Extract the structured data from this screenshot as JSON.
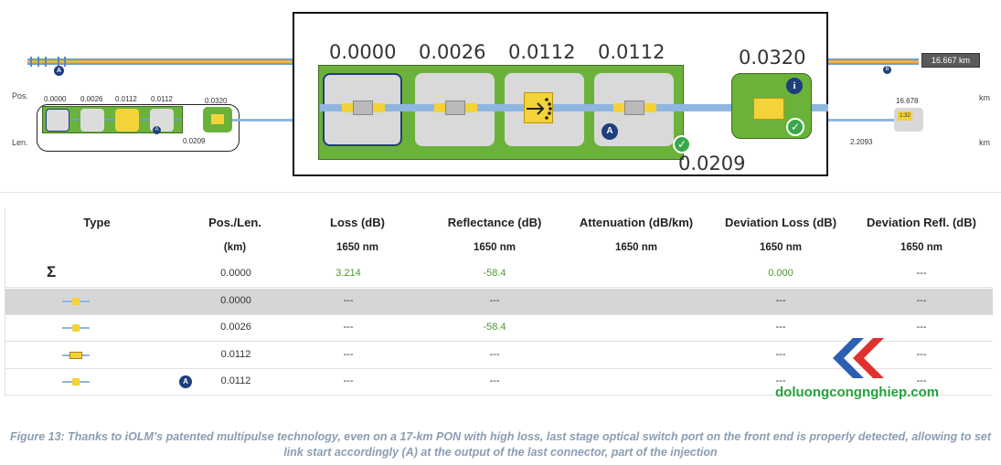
{
  "link_view": {
    "pos_label": "Pos.",
    "len_label": "Len.",
    "km_label_pos": "km",
    "km_label_len": "km",
    "total_distance": "16.667 km",
    "marker_a": "A",
    "marker_b": "B",
    "mini_positions": [
      "0.0000",
      "0.0026",
      "0.0112",
      "0.0112",
      "0.0320"
    ],
    "mini_length": "0.0209",
    "end_position": "16.678",
    "end_length": "2.2093",
    "end_ratio": "1:32"
  },
  "zoom": {
    "positions": [
      "0.0000",
      "0.0026",
      "0.0112",
      "0.0112",
      "0.0320"
    ],
    "length": "0.0209",
    "info_icon": "i",
    "marker_a": "A"
  },
  "table": {
    "headers": [
      "Type",
      "Pos./Len.",
      "Loss (dB)",
      "Reflectance (dB)",
      "Attenuation (dB/km)",
      "Deviation Loss (dB)",
      "Deviation Refl. (dB)"
    ],
    "subheaders": [
      "",
      "(km)",
      "1650 nm",
      "1650 nm",
      "1650 nm",
      "1650 nm",
      "1650 nm"
    ],
    "rows": [
      {
        "type_icon": "sigma",
        "type_text": "Σ",
        "marker": "",
        "pos": "0.0000",
        "loss": "3.214",
        "refl": "-58.4",
        "atten": "",
        "dev_loss": "0.000",
        "dev_refl": "---"
      },
      {
        "type_icon": "connector-icon",
        "marker": "",
        "pos": "0.0000",
        "loss": "---",
        "refl": "---",
        "atten": "",
        "dev_loss": "---",
        "dev_refl": "---"
      },
      {
        "type_icon": "connector-icon",
        "marker": "",
        "pos": "0.0026",
        "loss": "---",
        "refl": "-58.4",
        "atten": "",
        "dev_loss": "---",
        "dev_refl": "---"
      },
      {
        "type_icon": "switch-icon",
        "marker": "",
        "pos": "0.0112",
        "loss": "---",
        "refl": "---",
        "atten": "",
        "dev_loss": "---",
        "dev_refl": "---"
      },
      {
        "type_icon": "connector-icon",
        "marker": "A",
        "pos": "0.0112",
        "loss": "---",
        "refl": "---",
        "atten": "",
        "dev_loss": "---",
        "dev_refl": "---"
      }
    ]
  },
  "watermark": "doluongcongnghiep.com",
  "caption": "Figure 13: Thanks to iOLM’s patented multipulse technology, even on a 17-km PON with high loss, last stage optical switch port on the front end is properly detected, allowing to set link start accordingly (A) at the output of the last connector, part of the injection",
  "colors": {
    "green": "#6bb23b",
    "yellow": "#f3d23a",
    "fiber": "#8fb6e0",
    "marker": "#1f3f7c",
    "caption": "#8a9db3"
  }
}
